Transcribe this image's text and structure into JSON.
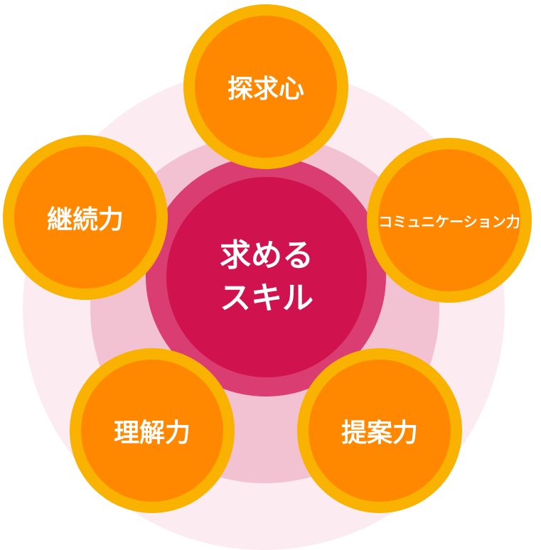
{
  "center": {
    "line1": "求める",
    "line2": "スキル"
  },
  "nodes": {
    "top": "探求心",
    "left": "継続力",
    "right": "コミュニケーション力",
    "bottom_left": "理解力",
    "bottom_right": "提案力"
  },
  "colors": {
    "outer_ring": "#fcebf1",
    "middle_ring": "#f3c2d2",
    "inner_ring": "#da3d72",
    "center": "#d0134f",
    "node_border": "#f9b200",
    "node_fill": "#ff8800",
    "text": "#ffffff"
  }
}
